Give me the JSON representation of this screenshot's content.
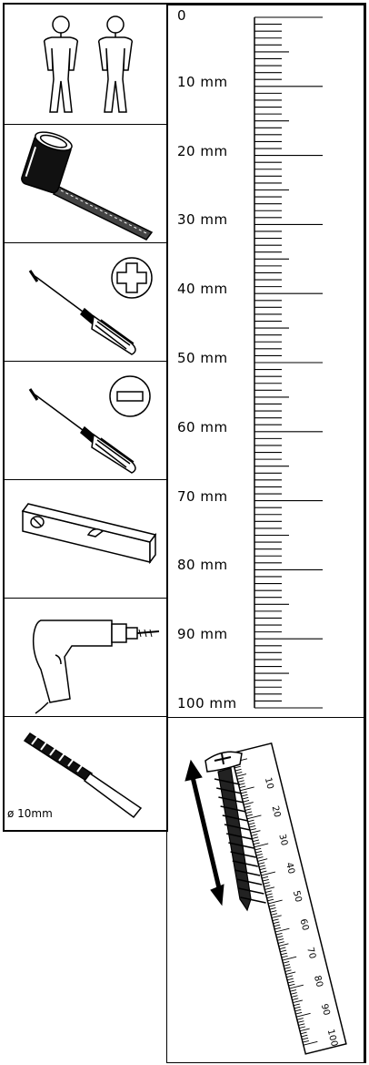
{
  "tools": [
    {
      "name": "two persons",
      "icon": "two-persons-icon"
    },
    {
      "name": "rubber mallet",
      "icon": "mallet-icon"
    },
    {
      "name": "phillips screwdriver",
      "icon": "phillips-screwdriver-icon"
    },
    {
      "name": "flat screwdriver",
      "icon": "flat-screwdriver-icon"
    },
    {
      "name": "spirit level",
      "icon": "spirit-level-icon"
    },
    {
      "name": "power drill",
      "icon": "drill-icon"
    },
    {
      "name": "drill bit",
      "icon": "drill-bit-icon"
    }
  ],
  "drill_bit": {
    "diameter_label": "ø 10mm"
  },
  "ruler": {
    "labels": [
      "0",
      "10 mm",
      "20 mm",
      "30 mm",
      "40 mm",
      "50 mm",
      "60 mm",
      "70 mm",
      "80 mm",
      "90 mm",
      "100 mm"
    ],
    "min_mm": 0,
    "max_mm": 100
  },
  "screw_ruler": {
    "labels": [
      "10",
      "20",
      "30",
      "40",
      "50",
      "60",
      "70",
      "80",
      "90",
      "100"
    ]
  }
}
